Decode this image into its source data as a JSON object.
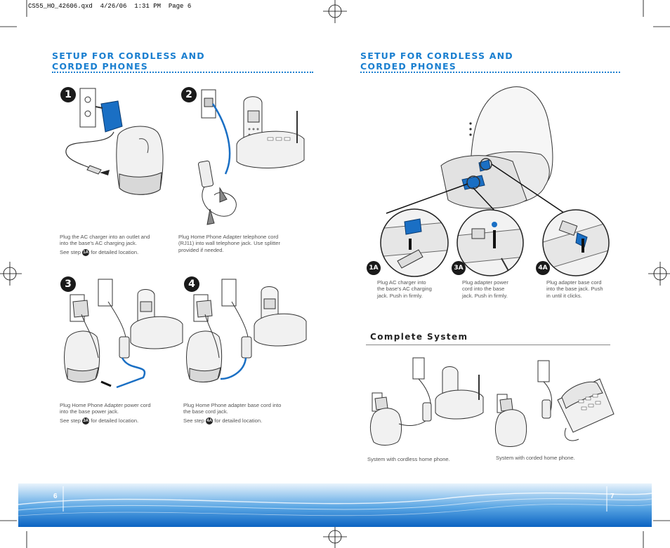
{
  "slug": "CS55_HO_42606.qxd  4/26/06  1:31 PM  Page 6",
  "left_page": {
    "heading_line1": "SETUP FOR CORDLESS AND",
    "heading_line2": "CORDED PHONES",
    "page_number": "6",
    "steps": [
      {
        "number": "1",
        "caption_line1": "Plug the AC charger into an outlet and",
        "caption_line2": "into the base's AC charging jack.",
        "see_prefix": "See step",
        "see_badge": "1A",
        "see_suffix": "for detailed location."
      },
      {
        "number": "2",
        "caption_line1": "Plug Home Phone Adapter telephone cord",
        "caption_line2": "(RJ11) into wall telephone jack.  Use splitter",
        "caption_line3": "provided if needed."
      },
      {
        "number": "3",
        "caption_line1": "Plug Home Phone Adapter power cord",
        "caption_line2": "into the base power jack.",
        "see_prefix": "See step",
        "see_badge": "3A",
        "see_suffix": "for detailed location."
      },
      {
        "number": "4",
        "caption_line1": "Plug Home Phone adapter base cord into",
        "caption_line2": "the base cord jack.",
        "see_prefix": "See step",
        "see_badge": "4A",
        "see_suffix": "for detailed location."
      }
    ]
  },
  "right_page": {
    "heading_line1": "SETUP FOR CORDLESS AND",
    "heading_line2": "CORDED PHONES",
    "page_number": "7",
    "details": [
      {
        "badge": "1A",
        "line1": "Plug AC charger into",
        "line2": "the base's AC charging",
        "line3": "jack.  Push in firmly."
      },
      {
        "badge": "3A",
        "line1": "Plug adapter power",
        "line2": "cord into the base",
        "line3": "jack. Push in firmly."
      },
      {
        "badge": "4A",
        "line1": "Plug adapter base cord",
        "line2": "into the base jack. Push",
        "line3": "in until it clicks."
      }
    ],
    "complete_title": "Complete System",
    "systems": [
      {
        "caption": "System with cordless home phone."
      },
      {
        "caption": "System with corded home phone."
      }
    ]
  },
  "colors": {
    "accent": "#1a7fd0",
    "footer_dark": "#0b63c2",
    "footer_light": "#e8f3fc"
  }
}
